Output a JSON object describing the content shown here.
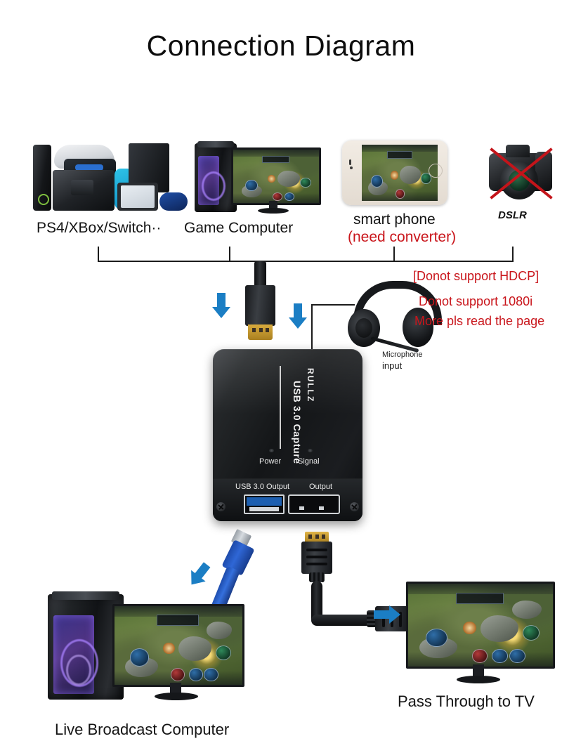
{
  "page": {
    "title": "Connection Diagram"
  },
  "sources": {
    "consoles_label": "PS4/XBox/Switch··",
    "game_computer_label": "Game Computer",
    "smart_phone_label": "smart phone",
    "smart_phone_note": "(need converter)",
    "dslr_label": "DSLR",
    "dslr_unsupported": true
  },
  "warnings": {
    "hdcp": "[Donot support HDCP]",
    "interlace": "Donot support 1080i",
    "more": "More pls read the page",
    "color": "#c9151b"
  },
  "headset": {
    "mic_label_line1": "Microphone",
    "mic_label_line2": "input"
  },
  "device": {
    "brand": "RULLZ",
    "name": "USB 3.0 Capture",
    "led_power": "Power",
    "led_signal": "Signal",
    "port_usb": "USB 3.0 Output",
    "port_hdmi": "Output"
  },
  "outputs": {
    "live_broadcast_label": "Live Broadcast Computer",
    "pass_through_label": "Pass Through to TV"
  },
  "colors": {
    "arrow_blue": "#1b7ec4",
    "warning_red": "#c9151b",
    "line_black": "#1b1b1b",
    "usb_cable_blue": "#2f67d6",
    "hdmi_gold": "#d8ab3d"
  },
  "icons": {
    "arrow_down_1": "arrow-down-icon",
    "arrow_down_2": "arrow-down-icon",
    "arrow_down_3": "arrow-down-icon",
    "arrow_right": "arrow-right-icon",
    "cross_out": "red-cross-out-icon"
  }
}
